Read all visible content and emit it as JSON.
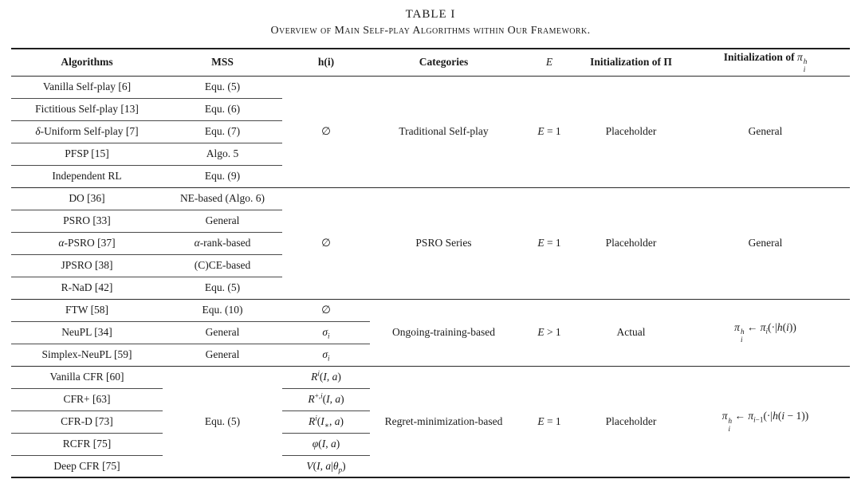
{
  "page": {
    "background": "#ffffff",
    "text_color": "#1a1a1a",
    "rule_color": "#1f1f1f"
  },
  "title": {
    "label": "TABLE I",
    "caption": "Overview of Main Self-play Algorithms within Our Framework."
  },
  "table": {
    "headers": [
      {
        "key": "algorithm",
        "label": "Algorithms"
      },
      {
        "key": "mss",
        "label": "MSS"
      },
      {
        "key": "h",
        "label": "h(i)"
      },
      {
        "key": "category",
        "label": "Categories"
      },
      {
        "key": "e",
        "label": "*E*"
      },
      {
        "key": "init_policy_set",
        "label": "Initialization of Π"
      },
      {
        "key": "init_policy",
        "label": "Initialization of *π*_{*i*}^{*h*}"
      }
    ],
    "groups": [
      {
        "category": "Traditional Self-play",
        "e": "*E* = 1",
        "init_policy_set": "Placeholder",
        "init_policy": "General",
        "h_merged": "∅",
        "rows": [
          {
            "algorithm": "Vanilla Self-play [6]",
            "mss": "Equ. (5)"
          },
          {
            "algorithm": "Fictitious Self-play [13]",
            "mss": "Equ. (6)"
          },
          {
            "algorithm": "*δ*-Uniform Self-play [7]",
            "mss": "Equ. (7)"
          },
          {
            "algorithm": "PFSP [15]",
            "mss": "Algo. 5"
          },
          {
            "algorithm": "Independent RL",
            "mss": "Equ. (9)"
          }
        ]
      },
      {
        "category": "PSRO Series",
        "e": "*E* = 1",
        "init_policy_set": "Placeholder",
        "init_policy": "General",
        "h_merged": "∅",
        "rows": [
          {
            "algorithm": "DO [36]",
            "mss": "NE-based (Algo. 6)"
          },
          {
            "algorithm": "PSRO [33]",
            "mss": "General"
          },
          {
            "algorithm": "*α*-PSRO [37]",
            "mss": "*α*-rank-based"
          },
          {
            "algorithm": "JPSRO [38]",
            "mss": "(C)CE-based"
          },
          {
            "algorithm": "R-NaD [42]",
            "mss": "Equ. (5)"
          }
        ]
      },
      {
        "category": "Ongoing-training-based",
        "e": "*E* > 1",
        "init_policy_set": "Actual",
        "init_policy": "*π*_{*i*}^{*h*} ← *π*_{*i*}(·|*h*(*i*))",
        "rows": [
          {
            "algorithm": "FTW [58]",
            "mss": "Equ. (10)",
            "h": "∅"
          },
          {
            "algorithm": "NeuPL [34]",
            "mss": "General",
            "h": "*σ*_{*i*}"
          },
          {
            "algorithm": "Simplex-NeuPL [59]",
            "mss": "General",
            "h": "*σ*_{*i*}"
          }
        ]
      },
      {
        "category": "Regret-minimization-based",
        "e": "*E* = 1",
        "init_policy_set": "Placeholder",
        "init_policy": "*π*_{*i*}^{*h*} ← *π*_{*i*−1}(·|*h*(*i* − 1))",
        "mss_merged": "Equ. (5)",
        "rows": [
          {
            "algorithm": "Vanilla CFR [60]",
            "h": "*R*^{*i*}(*I*, *a*)"
          },
          {
            "algorithm": "CFR+ [63]",
            "h": "*R*^{+,*i*}(*I*, *a*)"
          },
          {
            "algorithm": "CFR-D [73]",
            "h": "*R*^{*i*}(*I*_{∗}, *a*)"
          },
          {
            "algorithm": "RCFR [75]",
            "h": "*φ*(*I*, *a*)"
          },
          {
            "algorithm": "Deep CFR [75]",
            "h": "*V*(*I*, *a*|*θ*_{*p*})"
          }
        ]
      }
    ]
  }
}
